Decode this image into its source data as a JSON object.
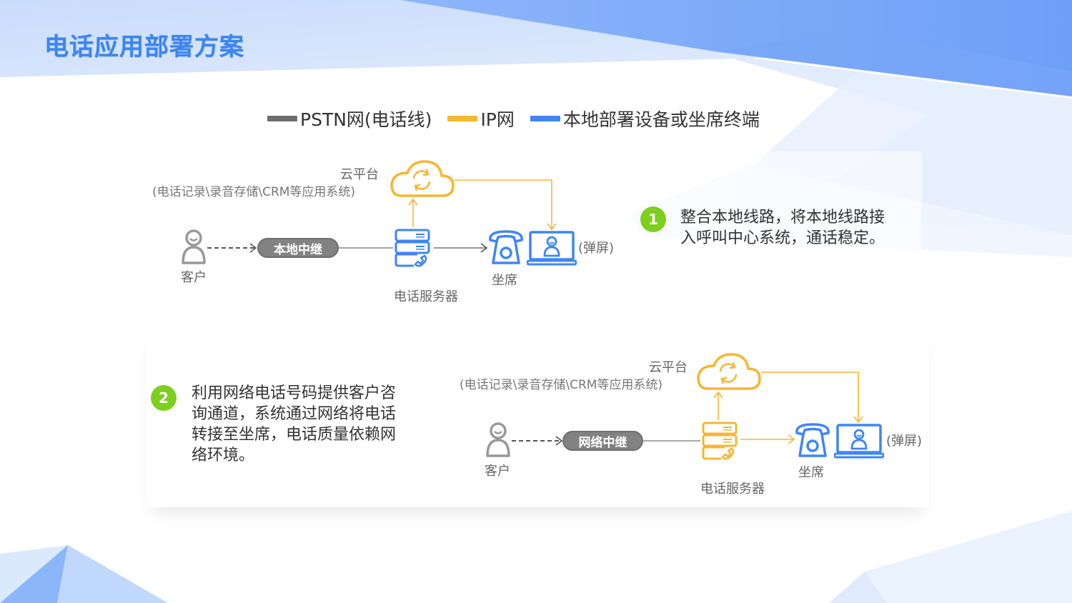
{
  "page": {
    "title": "电话应用部署方案"
  },
  "legend": {
    "items": [
      {
        "label": "PSTN网(电话线)",
        "color": "#6e6e6e"
      },
      {
        "label": "IP网",
        "color": "#f5b731"
      },
      {
        "label": "本地部署设备或坐席终端",
        "color": "#3f86f3"
      }
    ]
  },
  "colors": {
    "title": "#3d86f0",
    "pstn": "#6e6e6e",
    "ip": "#f5b731",
    "local": "#3f86f3",
    "badge": "#7ccf1e"
  },
  "scheme1": {
    "badge": "1",
    "description_line1": "整合本地线路，将本地线路接",
    "description_line2": "入呼叫中心系统，通话稳定。",
    "cloud_title": "云平台",
    "cloud_subtitle": "(电话记录\\录音存储\\CRM等应用系统)",
    "customer_label": "客户",
    "trunk_label": "本地中继",
    "server_label": "电话服务器",
    "agent_label": "坐席",
    "popup_label": "(弹屏)"
  },
  "scheme2": {
    "badge": "2",
    "description_lines": [
      "利用网络电话号码提供客户咨",
      "询通道，系统通过网络将电话",
      "转接至坐席，电话质量依赖网",
      "络环境。"
    ],
    "cloud_title": "云平台",
    "cloud_subtitle": "(电话记录\\录音存储\\CRM等应用系统)",
    "customer_label": "客户",
    "trunk_label": "网络中继",
    "server_label": "电话服务器",
    "agent_label": "坐席",
    "popup_label": "(弹屏)"
  }
}
